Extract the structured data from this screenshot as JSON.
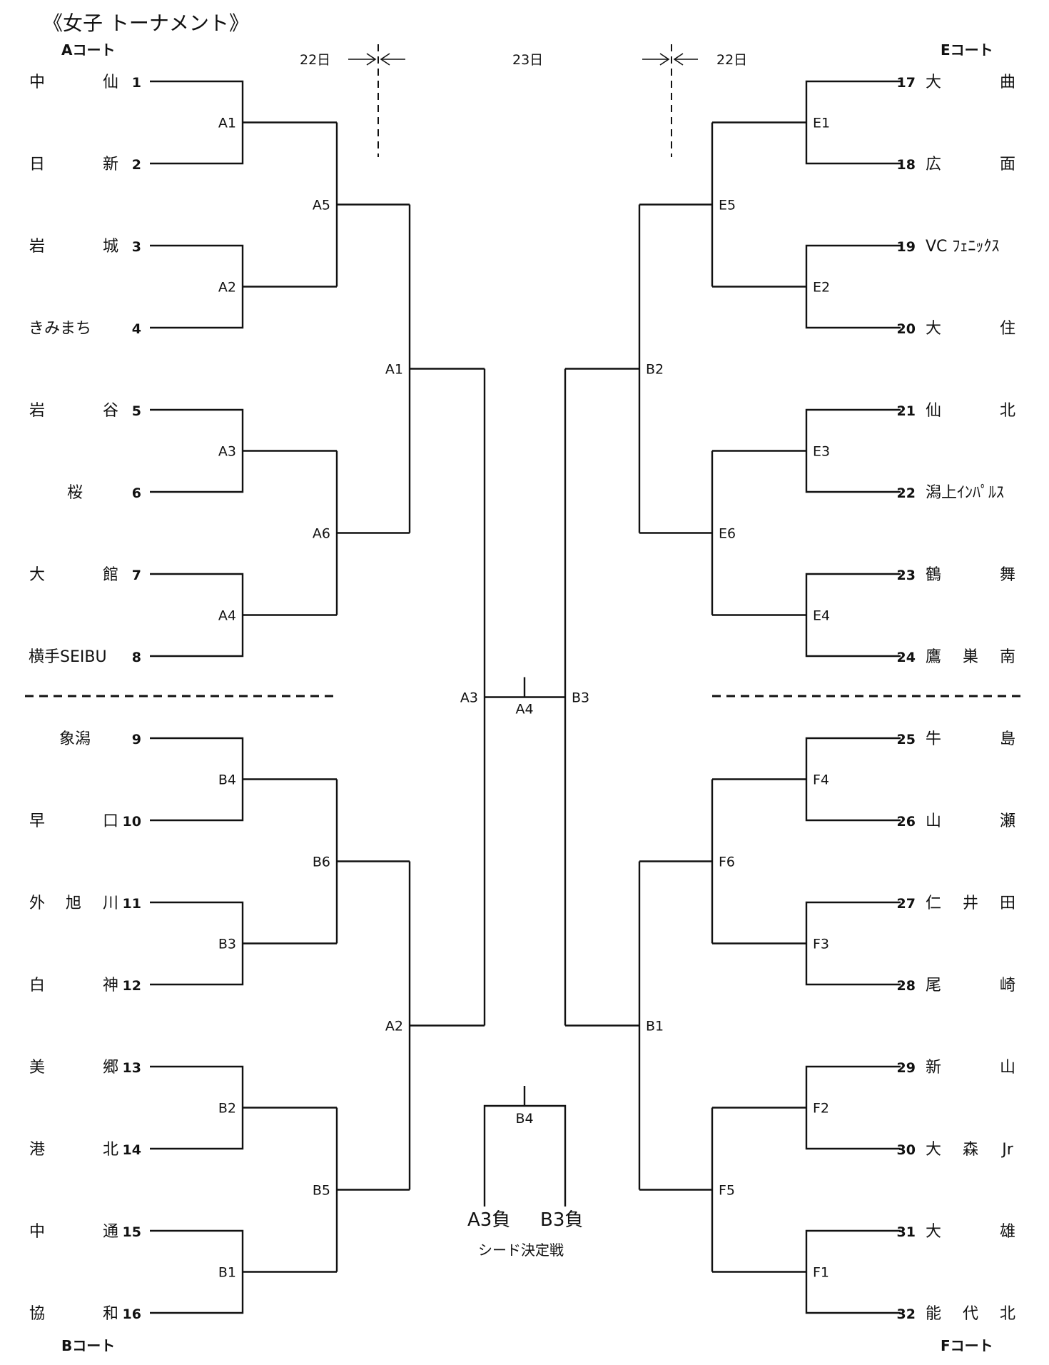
{
  "title": "《女子 トーナメント》",
  "courts": {
    "a": "Aコート",
    "b": "Bコート",
    "e": "Eコート",
    "f": "Fコート"
  },
  "days": {
    "left": "22日",
    "center": "23日",
    "right": "22日"
  },
  "left_teams": [
    {
      "num": "1",
      "name": [
        "中",
        "仙"
      ]
    },
    {
      "num": "2",
      "name": [
        "日",
        "新"
      ]
    },
    {
      "num": "3",
      "name": [
        "岩",
        "城"
      ]
    },
    {
      "num": "4",
      "name": [
        "きみまち"
      ]
    },
    {
      "num": "5",
      "name": [
        "岩",
        "谷"
      ]
    },
    {
      "num": "6",
      "name": [
        "桜"
      ]
    },
    {
      "num": "7",
      "name": [
        "大",
        "館"
      ]
    },
    {
      "num": "8",
      "name": [
        "横手SEIBU"
      ]
    },
    {
      "num": "9",
      "name": [
        "象潟"
      ]
    },
    {
      "num": "10",
      "name": [
        "早",
        "口"
      ]
    },
    {
      "num": "11",
      "name": [
        "外",
        "旭",
        "川"
      ]
    },
    {
      "num": "12",
      "name": [
        "白",
        "神"
      ]
    },
    {
      "num": "13",
      "name": [
        "美",
        "郷"
      ]
    },
    {
      "num": "14",
      "name": [
        "港",
        "北"
      ]
    },
    {
      "num": "15",
      "name": [
        "中",
        "通"
      ]
    },
    {
      "num": "16",
      "name": [
        "協",
        "和"
      ]
    }
  ],
  "right_teams": [
    {
      "num": "17",
      "name": [
        "大",
        "曲"
      ]
    },
    {
      "num": "18",
      "name": [
        "広",
        "面"
      ]
    },
    {
      "num": "19",
      "name": [
        "VC ﾌｪﾆｯｸｽ"
      ]
    },
    {
      "num": "20",
      "name": [
        "大",
        "住"
      ]
    },
    {
      "num": "21",
      "name": [
        "仙",
        "北"
      ]
    },
    {
      "num": "22",
      "name": [
        "潟上ｲﾝﾊﾟﾙｽ"
      ]
    },
    {
      "num": "23",
      "name": [
        "鶴",
        "舞"
      ]
    },
    {
      "num": "24",
      "name": [
        "鷹",
        "巣",
        "南"
      ]
    },
    {
      "num": "25",
      "name": [
        "牛",
        "島"
      ]
    },
    {
      "num": "26",
      "name": [
        "山",
        "瀬"
      ]
    },
    {
      "num": "27",
      "name": [
        "仁",
        "井",
        "田"
      ]
    },
    {
      "num": "28",
      "name": [
        "尾",
        "崎"
      ]
    },
    {
      "num": "29",
      "name": [
        "新",
        "山"
      ]
    },
    {
      "num": "30",
      "name": [
        "大",
        "森",
        "Jr"
      ]
    },
    {
      "num": "31",
      "name": [
        "大",
        "雄"
      ]
    },
    {
      "num": "32",
      "name": [
        "能",
        "代",
        "北"
      ]
    }
  ],
  "left_r1": [
    "A1",
    "A2",
    "A3",
    "A4",
    "B4",
    "B3",
    "B2",
    "B1"
  ],
  "left_r2": [
    "A5",
    "A6",
    "B6",
    "B5"
  ],
  "left_r3": [
    "A1",
    "A2"
  ],
  "left_r4": "A3",
  "right_r1": [
    "E1",
    "E2",
    "E3",
    "E4",
    "F4",
    "F3",
    "F2",
    "F1"
  ],
  "right_r2": [
    "E5",
    "E6",
    "F6",
    "F5"
  ],
  "right_r3": [
    "B2",
    "B1"
  ],
  "right_r4": "B3",
  "final": "A4",
  "third_place": {
    "match": "B4",
    "left": "A3負",
    "right": "B3負",
    "caption": "シード決定戦"
  }
}
